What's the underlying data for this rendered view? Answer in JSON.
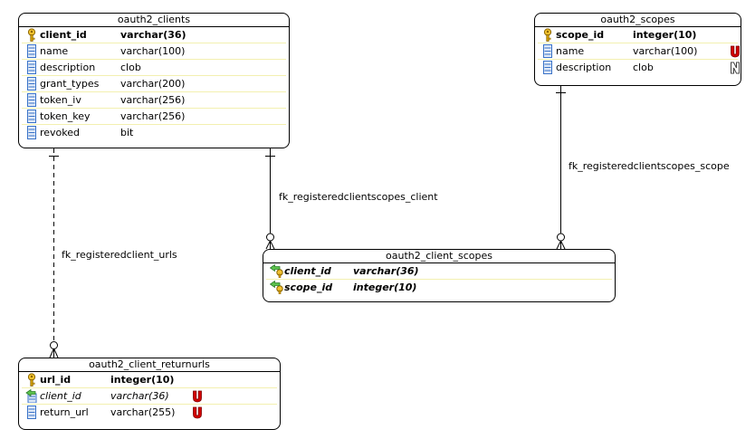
{
  "tables": {
    "oauth2_clients": {
      "title": "oauth2_clients",
      "columns": [
        {
          "name": "client_id",
          "type": "varchar(36)",
          "key": "pk"
        },
        {
          "name": "name",
          "type": "varchar(100)",
          "key": "none"
        },
        {
          "name": "description",
          "type": "clob",
          "key": "none"
        },
        {
          "name": "grant_types",
          "type": "varchar(200)",
          "key": "none"
        },
        {
          "name": "token_iv",
          "type": "varchar(256)",
          "key": "none"
        },
        {
          "name": "token_key",
          "type": "varchar(256)",
          "key": "none"
        },
        {
          "name": "revoked",
          "type": "bit",
          "key": "none"
        }
      ]
    },
    "oauth2_scopes": {
      "title": "oauth2_scopes",
      "columns": [
        {
          "name": "scope_id",
          "type": "integer(10)",
          "key": "pk"
        },
        {
          "name": "name",
          "type": "varchar(100)",
          "key": "none",
          "flag": "U"
        },
        {
          "name": "description",
          "type": "clob",
          "key": "none",
          "flag": "N"
        }
      ]
    },
    "oauth2_client_scopes": {
      "title": "oauth2_client_scopes",
      "columns": [
        {
          "name": "client_id",
          "type": "varchar(36)",
          "key": "pkfk"
        },
        {
          "name": "scope_id",
          "type": "integer(10)",
          "key": "pkfk"
        }
      ]
    },
    "oauth2_client_returnurls": {
      "title": "oauth2_client_returnurls",
      "columns": [
        {
          "name": "url_id",
          "type": "integer(10)",
          "key": "pk"
        },
        {
          "name": "client_id",
          "type": "varchar(36)",
          "key": "fk",
          "flag": "U"
        },
        {
          "name": "return_url",
          "type": "varchar(255)",
          "key": "none",
          "flag": "U"
        }
      ]
    }
  },
  "relationships": {
    "client_urls": "fk_registeredclient_urls",
    "scopes_client": "fk_registeredclientscopes_client",
    "scopes_scope": "fk_registeredclientscopes_scope"
  },
  "colors": {
    "unique_flag": "#c00000",
    "nullable_flag": "#555555",
    "row_separator": "#f3f0b0",
    "key_gold": "#d9a400",
    "fk_green": "#2e9c2e",
    "column_icon_blue": "#3a73c8"
  },
  "icons": {
    "pk": "primary-key-icon",
    "fk": "foreign-key-icon",
    "pkfk": "primary-foreign-key-icon",
    "none": "column-icon",
    "U": "unique-flag-icon",
    "N": "nullable-flag-icon"
  }
}
